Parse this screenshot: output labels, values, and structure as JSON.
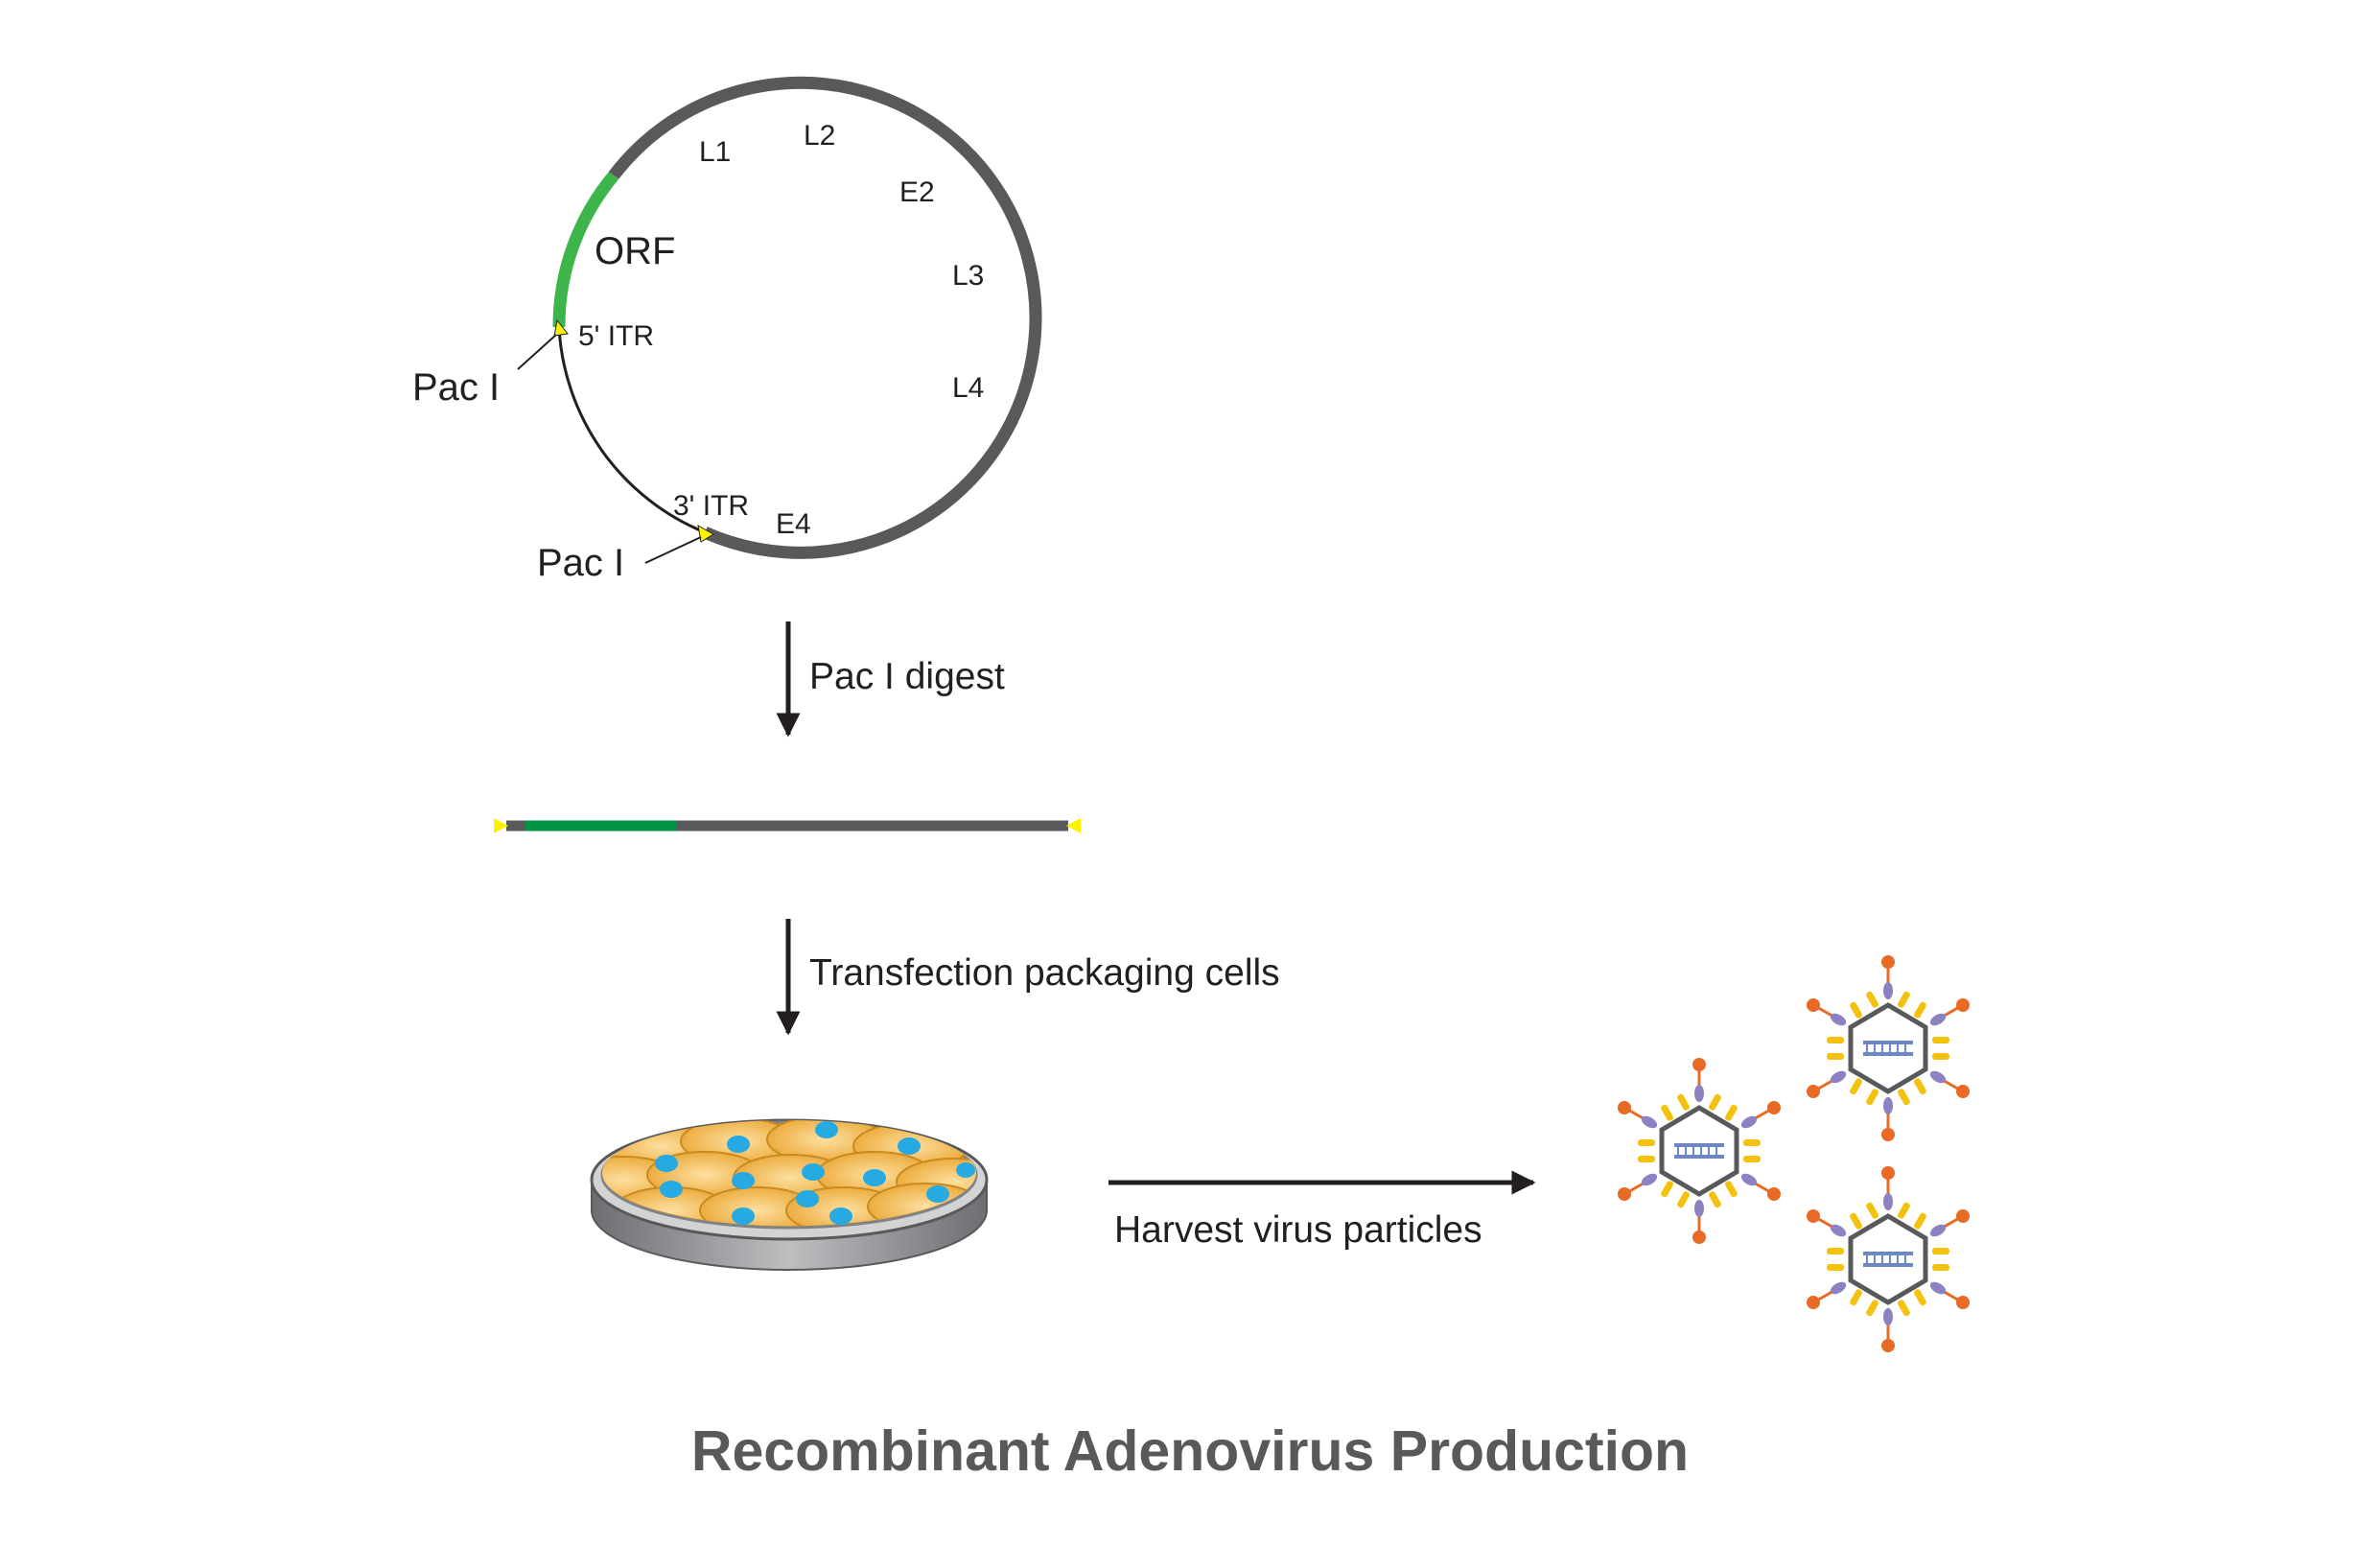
{
  "plasmid": {
    "labels": {
      "l1": "L1",
      "l2": "L2",
      "e2": "E2",
      "l3": "L3",
      "l4": "L4",
      "e4": "E4",
      "orf": "ORF",
      "itr5": "5' ITR",
      "itr3": "3' ITR",
      "pac_top": "Pac I",
      "pac_bottom": "Pac I"
    }
  },
  "steps": {
    "digest": "Pac I digest",
    "transfection": "Transfection packaging cells",
    "harvest": "Harvest virus particles"
  },
  "title": "Recombinant Adenovirus Production",
  "colors": {
    "backbone": "#58595b",
    "orf": "#3db54a",
    "orf_linear": "#009444",
    "pac_site": "#fff200",
    "arrow": "#231f20",
    "dish_rim": "#a7a9ac",
    "cells": "#f2b13a",
    "nuclei": "#27aae1",
    "virus_fiber": "#e86a24",
    "virus_penton": "#8c82c1",
    "virus_hexon": "#f4c20d",
    "virus_dna": "#6d87c5"
  }
}
